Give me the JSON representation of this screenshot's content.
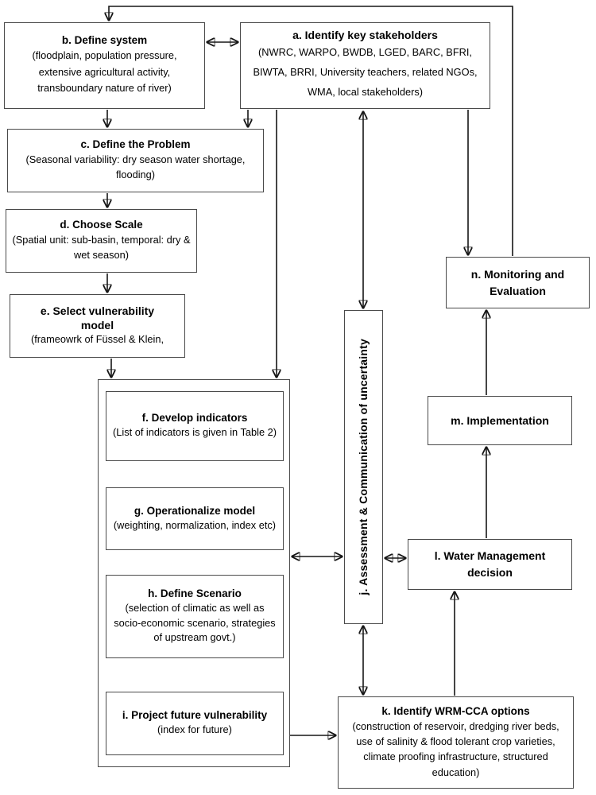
{
  "colors": {
    "background": "#ffffff",
    "box_border": "#4a4a4a",
    "arrow_line": "#161616",
    "text": "#000000"
  },
  "boxes": {
    "a": {
      "title": "a. Identify key stakeholders",
      "body": "(NWRC, WARPO, BWDB, LGED, BARC, BFRI, BIWTA, BRRI, University teachers, related NGOs, WMA, local stakeholders)"
    },
    "b": {
      "title": "b. Define system",
      "body": "(floodplain, population pressure, extensive agricultural activity, transboundary nature of river)"
    },
    "c": {
      "title": "c. Define the Problem",
      "body": "(Seasonal variability: dry season water shortage, flooding)"
    },
    "d": {
      "title": "d. Choose Scale",
      "body": "(Spatial unit: sub-basin, temporal: dry & wet season)"
    },
    "e": {
      "title": "e. Select vulnerability model",
      "body": "(frameowrk of Füssel & Klein,"
    },
    "f": {
      "title": "f. Develop indicators",
      "body": "(List of indicators is given in Table 2)"
    },
    "g": {
      "title": "g. Operationalize model",
      "body": "(weighting, normalization, index etc)"
    },
    "h": {
      "title": "h. Define Scenario",
      "body": "(selection of climatic as well as socio-economic scenario, strategies of upstream govt.)"
    },
    "i": {
      "title": "i. Project future vulnerability",
      "body": "(index for future)"
    },
    "j": {
      "title": "j. Assessment & Communication of uncertainty"
    },
    "k": {
      "title": "k. Identify WRM-CCA options",
      "body": "(construction of reservoir, dredging river beds, use of salinity & flood tolerant crop varieties, climate proofing infrastructure, structured education)"
    },
    "l": {
      "title": "l. Water Management decision"
    },
    "m": {
      "title": "m. Implementation"
    },
    "n": {
      "title": "n. Monitoring and Evaluation"
    }
  }
}
